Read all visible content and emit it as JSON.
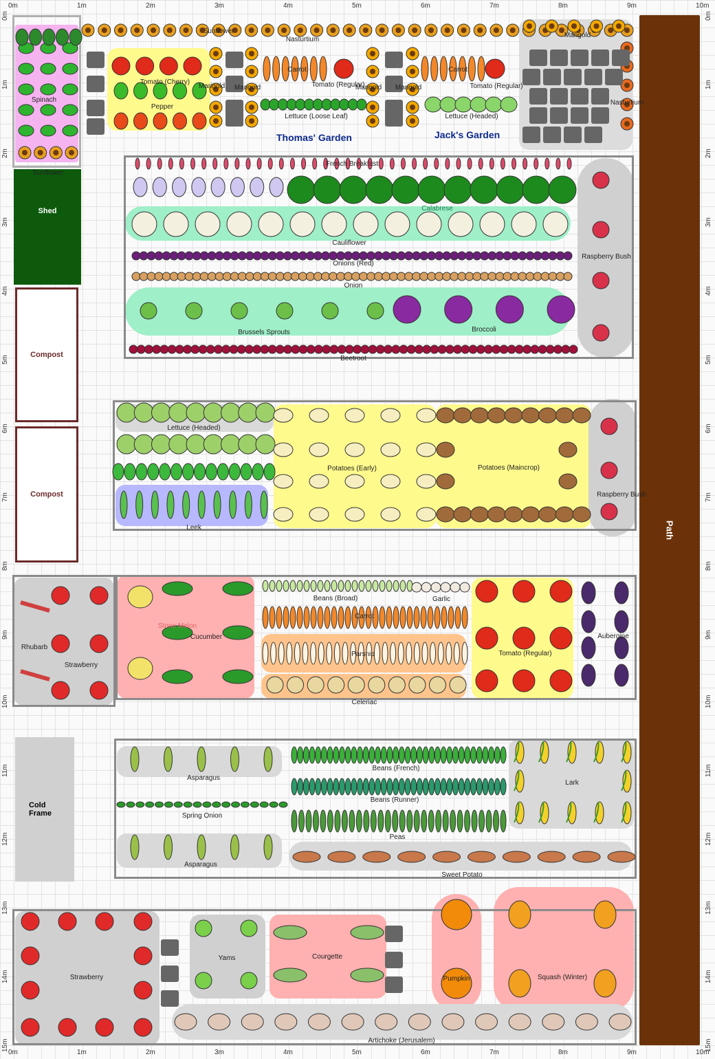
{
  "ruler": {
    "top": [
      "0m",
      "1m",
      "2m",
      "3m",
      "4m",
      "5m",
      "6m",
      "7m",
      "8m",
      "9m",
      "10m"
    ],
    "bottom": [
      "0m",
      "1m",
      "2m",
      "3m",
      "4m",
      "5m",
      "6m",
      "7m",
      "8m",
      "9m",
      "10m"
    ],
    "left": [
      "0m",
      "1m",
      "2m",
      "3m",
      "4m",
      "5m",
      "6m",
      "7m",
      "8m",
      "9m",
      "10m",
      "11m",
      "12m",
      "13m",
      "14m",
      "15m"
    ],
    "right": [
      "0m",
      "1m",
      "2m",
      "3m",
      "4m",
      "5m",
      "6m",
      "7m",
      "8m",
      "9m",
      "10m",
      "11m",
      "12m",
      "13m",
      "14m",
      "15m"
    ]
  },
  "headings": {
    "thomas": "Thomas' Garden",
    "jack": "Jack's Garden"
  },
  "structures": {
    "shed": "Shed",
    "compost1": "Compost",
    "compost2": "Compost",
    "cold_frame": "Cold\nFrame",
    "path": "Path"
  },
  "plants": {
    "sunflower_top": "Sunflower",
    "nasturtium_top": "Nasturtium",
    "marigold_tr": "Marigold",
    "nasturtium_right": "Nasturtium",
    "spinach": "Spinach",
    "sunflower_left": "Sunflower",
    "tomato_cherry": "Tomato (Cherry)",
    "pepper": "Pepper",
    "marigold_1": "Marigold",
    "marigold_2": "Marigold",
    "carrot_t": "Carrot",
    "tomato_regular_t": "Tomato (Regular)",
    "lettuce_loose": "Lettuce (Loose Leaf)",
    "marigold_3": "Marigold",
    "marigold_4": "Marigold",
    "carrot_j": "Carrot",
    "tomato_regular_j": "Tomato (Regular)",
    "lettuce_headed_j": "Lettuce (Headed)",
    "french_breakfast": "French Breakfast",
    "calabrese": "Calabrese",
    "cauliflower": "Cauliflower",
    "onions_red": "Onions (Red)",
    "onion": "Onion",
    "brussels": "Brussels Sprouts",
    "broccoli": "Broccoli",
    "beetroot": "Beetroot",
    "raspberry_1": "Raspberry Bush",
    "lettuce_headed": "Lettuce (Headed)",
    "leek": "Leek",
    "potatoes_early": "Potatoes (Early)",
    "potatoes_maincrop": "Potatoes (Maincrop)",
    "raspberry_2": "Raspberry Bush",
    "rhubarb": "Rhubarb",
    "strawberry_1": "Strawberry",
    "stonemelon": "Stone Melon",
    "cucumber": "Cucumber",
    "beans_broad": "Beans (Broad)",
    "garlic": "Garlic",
    "carrot_m": "Carrot",
    "parsnip": "Parsnip",
    "celeriac": "Celeriac",
    "tomato_regular_m": "Tomato (Regular)",
    "aubergine": "Aubergine",
    "asparagus_1": "Asparagus",
    "spring_onion": "Spring Onion",
    "asparagus_2": "Asparagus",
    "beans_french": "Beans (French)",
    "beans_runner": "Beans (Runner)",
    "peas": "Peas",
    "sweet_potato": "Sweet Potato",
    "lark": "Lark",
    "strawberry_2": "Strawberry",
    "yams": "Yams",
    "courgette": "Courgette",
    "pumpkin": "Pumpkin",
    "squash": "Squash (Winter)",
    "artichoke": "Artichoke (Jerusalem)"
  },
  "colors": {
    "path": "#6b3209",
    "shed": "#0d5a0d",
    "compost_border": "#6b2a2a",
    "heading": "#0d2a8c",
    "bed_border": "#8a8a8a"
  }
}
